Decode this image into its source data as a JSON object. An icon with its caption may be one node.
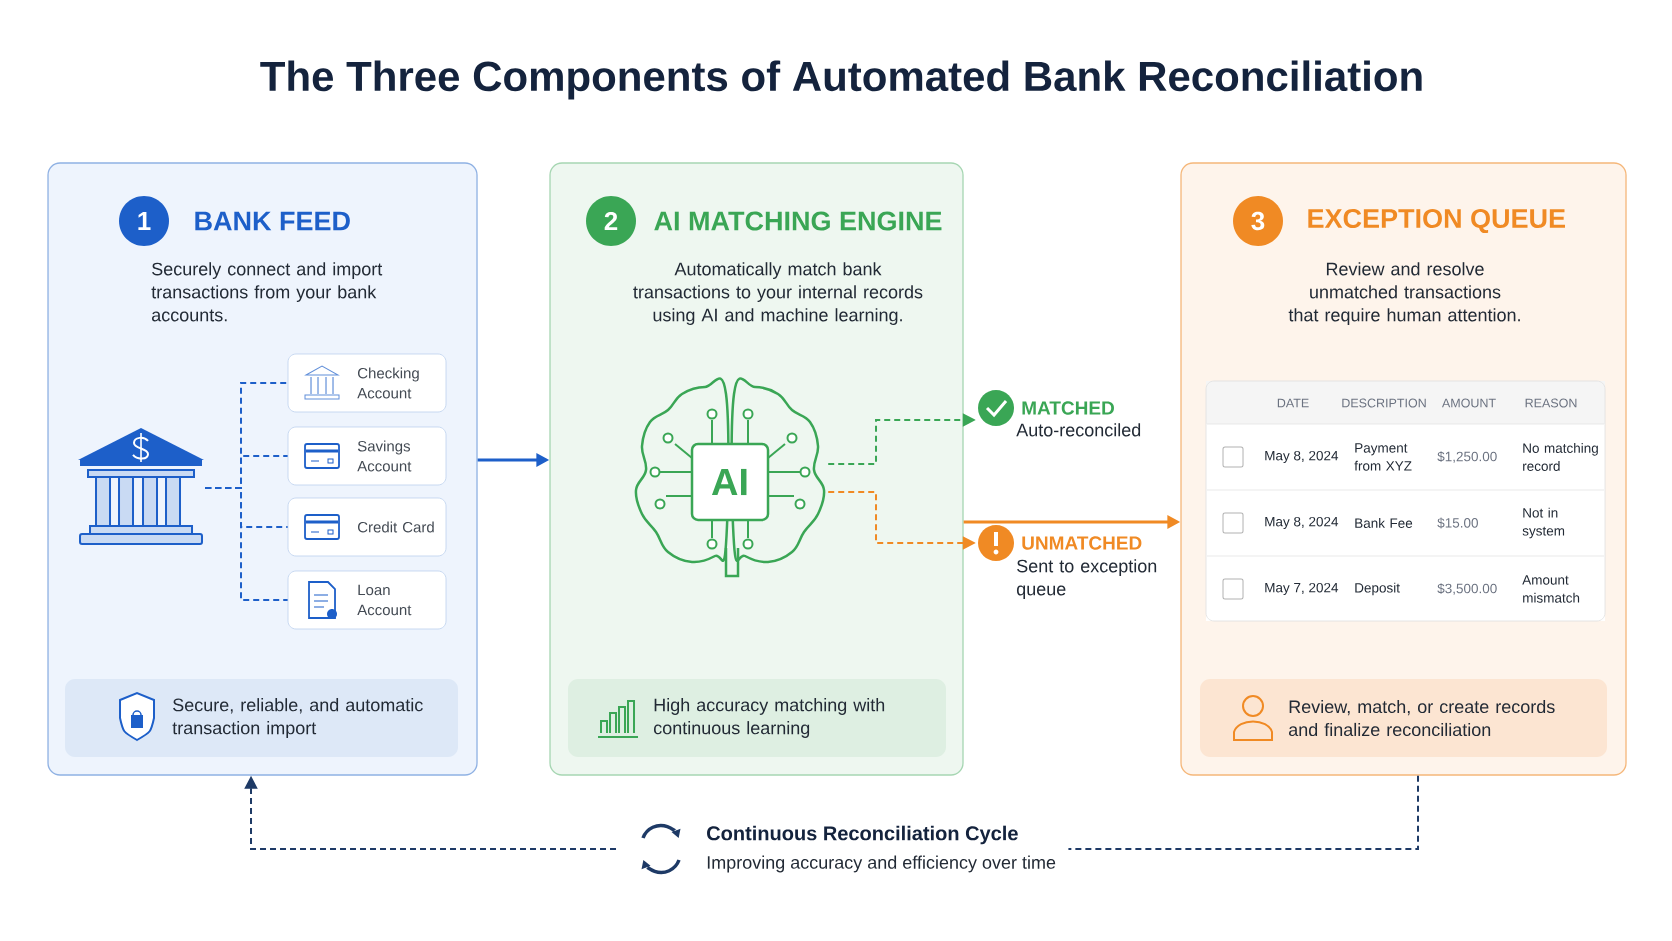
{
  "diagram": {
    "title": "The Three Components of Automated Bank Reconciliation",
    "nodes": [
      {
        "text": [
          "BANK FEED",
          "Securely connect and import transactions from your bank accounts."
        ]
      },
      {
        "text": [
          "1"
        ],
        "in": 0
      },
      {
        "text": [],
        "shape": "picture",
        "in": 0
      },
      {
        "text": [
          "Checking Account"
        ],
        "in": 0
      },
      {
        "text": [
          "Savings Account"
        ],
        "in": 0
      },
      {
        "text": [
          "Credit Card"
        ],
        "in": 0
      },
      {
        "text": [
          "Loan Account"
        ],
        "in": 0
      },
      {
        "text": [
          "Secure, reliable, and automatic transaction import"
        ],
        "in": 0
      },
      {
        "text": [
          "AI MATCHING ENGINE",
          "Automatically match bank transactions to your internal records using AI and machine learning."
        ]
      },
      {
        "text": [
          "2"
        ],
        "in": 8
      },
      {
        "text": [
          "AI"
        ],
        "in": 8
      },
      {
        "text": [
          "High accuracy matching with continuous learning"
        ],
        "in": 8
      },
      {
        "text": [
          "MATCHED",
          "Auto-reconciled"
        ]
      },
      {
        "text": [
          "UNMATCHED",
          "Sent to exception queue"
        ]
      },
      {
        "text": [
          "EXCEPTION QUEUE",
          "Review and resolve unmatched transactions that require human attention."
        ]
      },
      {
        "text": [
          "3"
        ],
        "in": 14
      },
      {
        "text": [
          "Review, match, or create records and finalize reconciliation"
        ],
        "in": 14
      },
      {
        "text": [
          "Continuous Reconciliation Cycle",
          "Improving accuracy and efficiency over time"
        ]
      }
    ],
    "edges": [
      {
        "from": 2,
        "to": 3,
        "arrow": "none",
        "style": "dashed"
      },
      {
        "from": 2,
        "to": 4,
        "arrow": "none",
        "style": "dashed"
      },
      {
        "from": 2,
        "to": 5,
        "arrow": "none",
        "style": "dashed"
      },
      {
        "from": 2,
        "to": 6,
        "arrow": "none",
        "style": "dashed"
      },
      {
        "from": 0,
        "to": 8,
        "arrow": "to"
      },
      {
        "from": 10,
        "to": 12,
        "arrow": "to",
        "style": "dashed",
        "color": "#3aa655"
      },
      {
        "from": 10,
        "to": 13,
        "arrow": "to",
        "style": "dashed",
        "color": "#f08a24"
      },
      {
        "from": 8,
        "to": 14,
        "arrow": "to",
        "color": "#f08a24"
      },
      {
        "from": 14,
        "to": 17,
        "arrow": "none",
        "style": "dashed",
        "color": "#1e3a66"
      },
      {
        "from": 17,
        "to": 0,
        "arrow": "to",
        "style": "dashed",
        "color": "#1e3a66"
      }
    ],
    "labels": [
      "DATE",
      "DESCRIPTION",
      "AMOUNT",
      "REASON",
      "May 8, 2024",
      "Payment from XYZ",
      "$1,250.00",
      "No matching record",
      "May 8, 2024",
      "Bank Fee",
      "$15.00",
      "Not in system",
      "May 7, 2024",
      "Deposit",
      "$3,500.00",
      "Amount mismatch"
    ]
  }
}
